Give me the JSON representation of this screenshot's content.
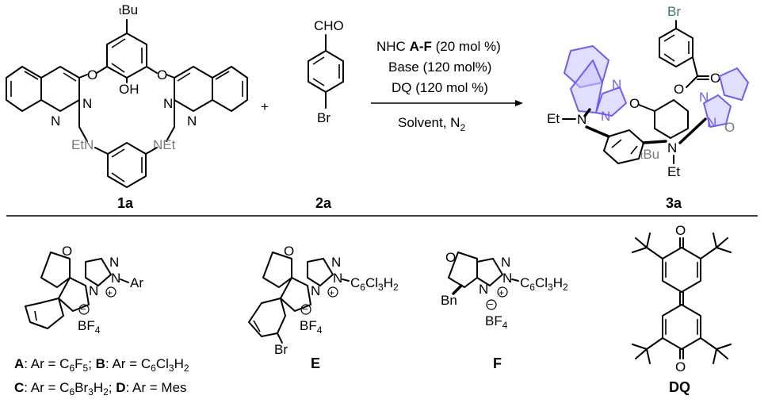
{
  "compounds": {
    "c1a": "1a",
    "c2a": "2a",
    "c3a": "3a",
    "E": "E",
    "F": "F",
    "DQ": "DQ"
  },
  "conditions": {
    "line1_prefix": "NHC ",
    "line1_bold": "A-F",
    "line1_suffix": "  (20 mol %)",
    "line2": "Base (120 mol%)",
    "line3": "DQ (120 mol %)",
    "line4_prefix": "Solvent,  N",
    "line4_sub": "2"
  },
  "plus": "+",
  "legend": {
    "A_label": "A",
    "A_text": ": Ar = C",
    "A_sub1": "6",
    "A_mid": "F",
    "A_sub2": "5",
    "A_sep": "; ",
    "B_label": "B",
    "B_text": ": Ar = C",
    "B_sub1": "6",
    "B_mid": "Cl",
    "B_sub2": "3",
    "B_end": "H",
    "B_sub3": "2",
    "C_label": "C",
    "C_text": ": Ar = C",
    "C_sub1": "6",
    "C_mid": "Br",
    "C_sub2": "3",
    "C_end": "H",
    "C_sub3": "2",
    "C_sep": "; ",
    "D_label": "D",
    "D_text": ": Ar = Mes"
  },
  "atoms": {
    "tBu_sup": "t",
    "tBu": "Bu",
    "O": "O",
    "OH": "OH",
    "N": "N",
    "EtN": "EtN",
    "NEt": "NEt",
    "CHO": "CHO",
    "Br": "Br",
    "Et": "Et",
    "EtN_line": "Et",
    "Ar": "Ar",
    "BF": "BF",
    "BF_sub": "4",
    "minus": "−",
    "plus_circ": "+",
    "C6Cl3H2_C": "C",
    "C6Cl3H2_6": "6",
    "C6Cl3H2_Cl": "Cl",
    "C6Cl3H2_3": "3",
    "C6Cl3H2_H": "H",
    "C6Cl3H2_2": "2",
    "Bn": "Bn"
  }
}
